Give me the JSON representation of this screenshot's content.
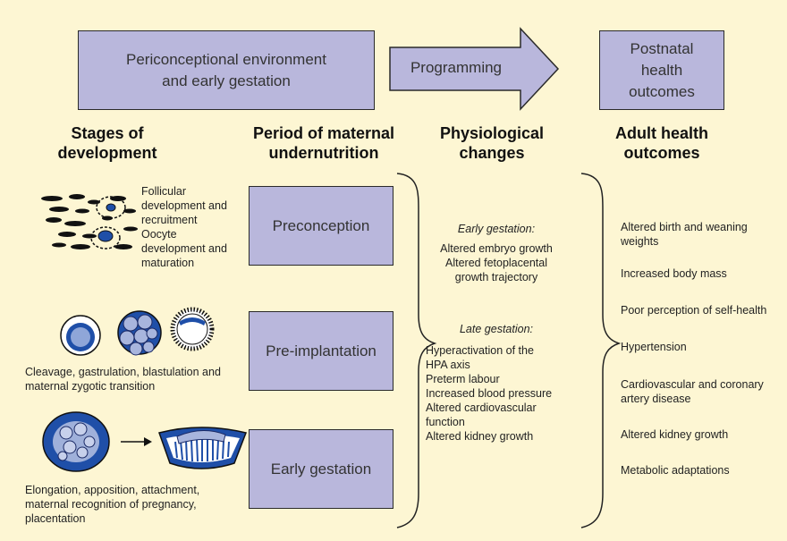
{
  "top": {
    "left_box": "Periconceptional environment and early gestation",
    "arrow_label": "Programming",
    "right_box": "Postnatal health outcomes"
  },
  "headers": {
    "stages": "Stages of development",
    "period": "Period of maternal undernutrition",
    "physio": "Physiological changes",
    "adult": "Adult health outcomes"
  },
  "stages": {
    "s1": "Follicular development and recruitment Oocyte development and maturation",
    "s2": "Cleavage, gastrulation, blastulation and maternal zygotic transition",
    "s3": "Elongation, apposition, attachment, maternal recognition of pregnancy, placentation"
  },
  "periods": [
    "Preconception",
    "Pre-implantation",
    "Early gestation"
  ],
  "physio": {
    "early_title": "Early gestation:",
    "early_items": [
      "Altered embryo growth",
      "Altered fetoplacental growth trajectory"
    ],
    "late_title": "Late gestation:",
    "late_items": [
      "Hyperactivation of the HPA axis",
      "Preterm labour",
      "Increased blood pressure",
      "Altered cardiovascular function",
      "Altered kidney growth"
    ]
  },
  "adult": [
    "Altered birth and weaning weights",
    "Increased body mass",
    "Poor perception of self-health",
    "Hypertension",
    "Cardiovascular and coronary artery disease",
    "Altered kidney growth",
    "Metabolic adaptations"
  ],
  "colors": {
    "box_fill": "#b9b7dc",
    "background": "#fdf6d3",
    "cell_blue": "#1f4fa8"
  }
}
